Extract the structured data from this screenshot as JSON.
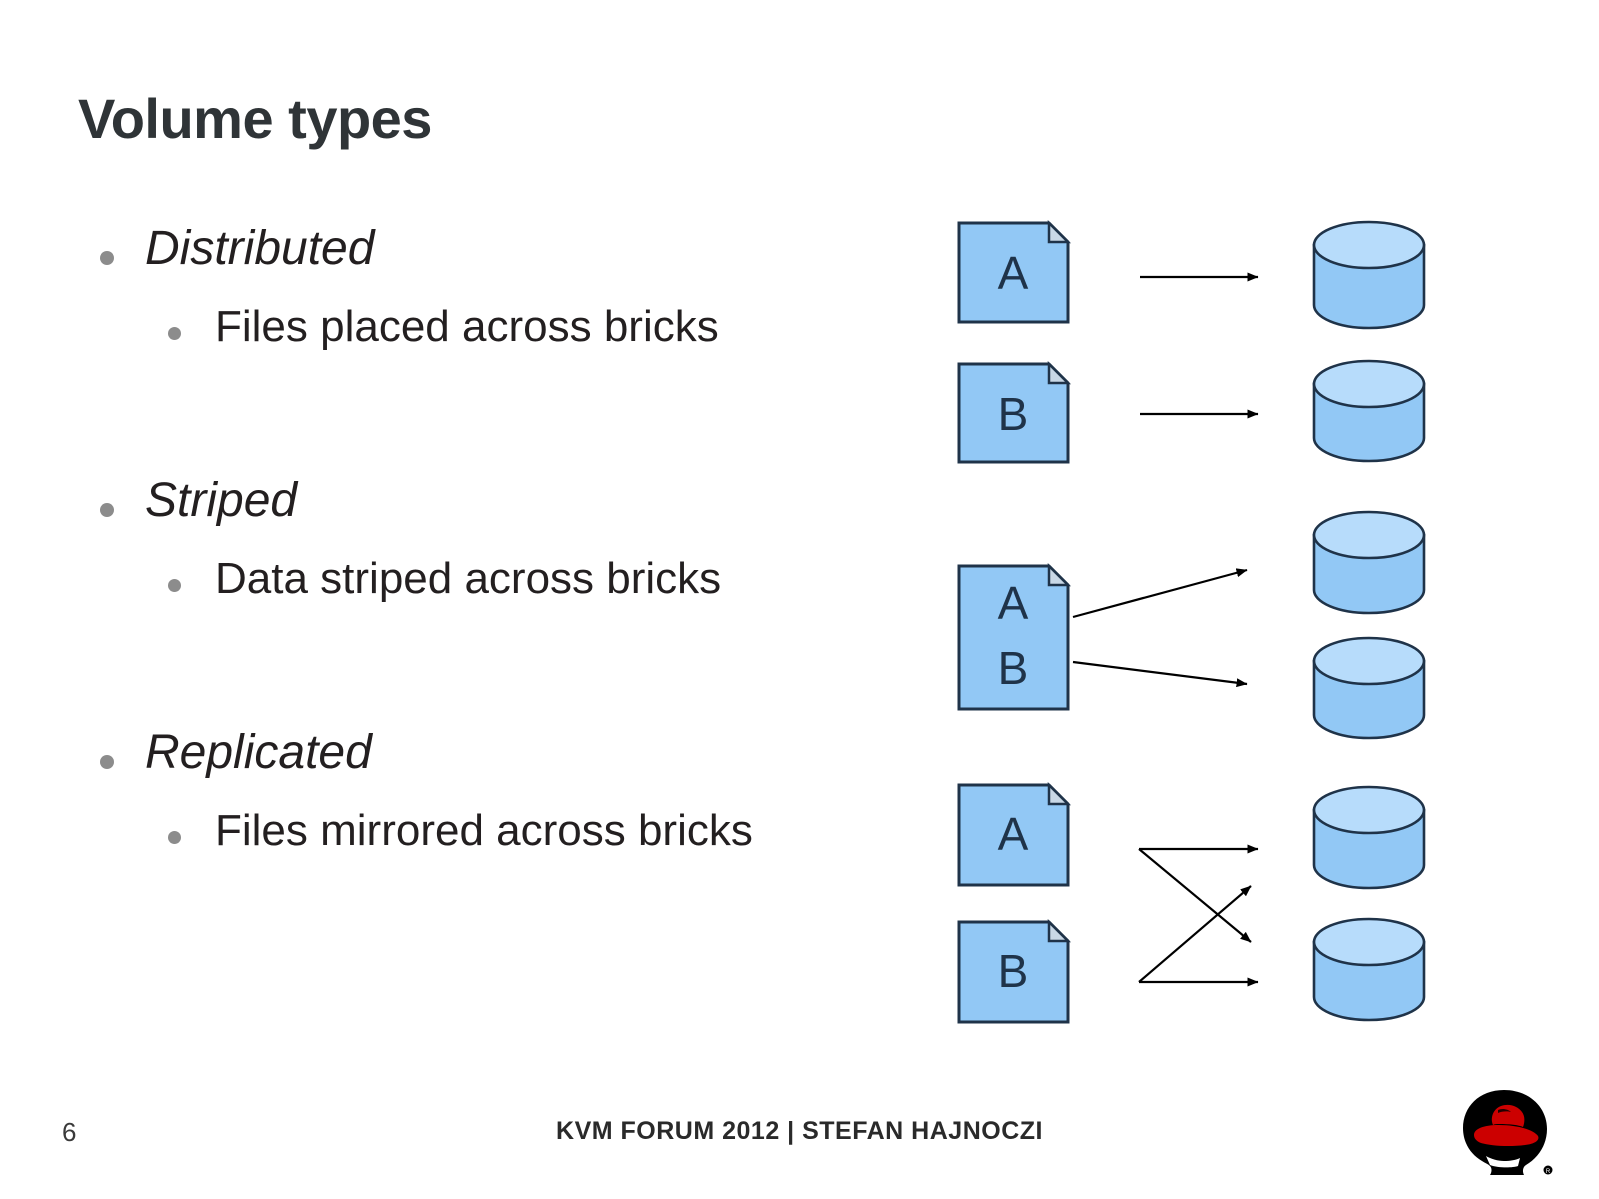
{
  "slide": {
    "title": "Volume types",
    "page_number": "6",
    "footer": "KVM FORUM 2012  | STEFAN HAJNOCZI",
    "background_color": "#ffffff",
    "title_color": "#2f3437",
    "body_text_color": "#231f20",
    "bullet_color": "#8c8c8c"
  },
  "content": {
    "groups": [
      {
        "heading": "Distributed",
        "detail": "Files placed across bricks"
      },
      {
        "heading": "Striped",
        "detail": "Data striped across bricks"
      },
      {
        "heading": "Replicated",
        "detail": "Files mirrored across bricks"
      }
    ]
  },
  "diagram": {
    "shape_fill": "#92C8F5",
    "shape_stroke": "#1F3349",
    "cylinder_top_fill": "#B7DCFB",
    "arrow_color": "#000000",
    "rows": [
      {
        "name": "distributed",
        "files": [
          {
            "label": "A"
          },
          {
            "label": "B"
          }
        ],
        "bricks": 2,
        "arrows": "one-to-one"
      },
      {
        "name": "striped",
        "files": [
          {
            "label": "A"
          },
          {
            "label": "B"
          }
        ],
        "bricks": 2,
        "arrows": "split-from-single-file"
      },
      {
        "name": "replicated",
        "files": [
          {
            "label": "A"
          },
          {
            "label": "B"
          }
        ],
        "bricks": 2,
        "arrows": "cross-mirrored"
      }
    ]
  },
  "logo": {
    "name": "red-hat-shadowman-logo",
    "hat_color": "#CC0000",
    "silhouette_color": "#000000"
  }
}
